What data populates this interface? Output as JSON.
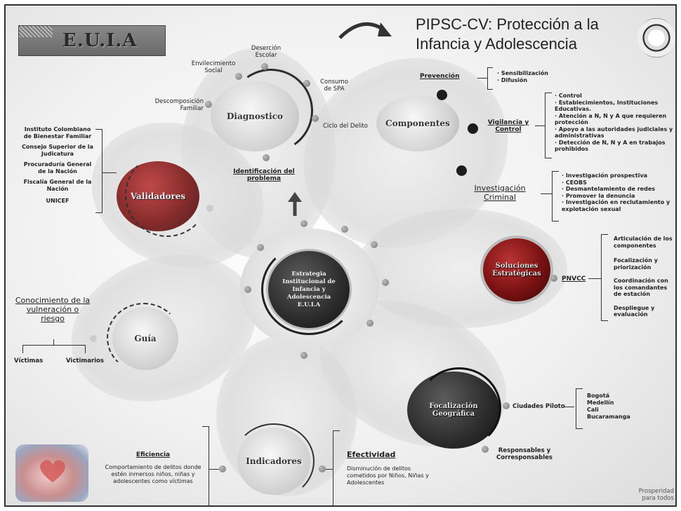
{
  "header": {
    "title_line1": "PIPSC-CV: Protección a la",
    "title_line2": "Infancia y Adolescencia",
    "logo_text": "E.U.I.A"
  },
  "center": {
    "label": "Estrategia Institucional de Infancia y Adolescencia E.U.I.A"
  },
  "diagnostico": {
    "label": "Diagnostico",
    "items": {
      "desercion": "Deserción Escolar",
      "envilecimiento": "Envilecimiento Social",
      "consumo": "Consumo de SPA",
      "descomposicion": "Descomposición Familiar",
      "ciclo": "Ciclo del Delito"
    },
    "link": "Identificación del problema"
  },
  "componentes": {
    "label": "Componentes",
    "prevencion": {
      "label": "Prevención",
      "items": [
        "Sensibilización",
        "Difusión"
      ]
    },
    "vigilancia": {
      "label": "Vigilancia y Control",
      "items": [
        "Control",
        "Establecimientos, Instituciones Educativas.",
        "Atención a N, N y A que requieren protección",
        "Apoyo a las autoridades judiciales y administrativas",
        "Detección de N, N y A en trabajos prohibidos"
      ]
    },
    "investigacion": {
      "label": "Investigación Criminal",
      "items": [
        "Investigación prospectiva",
        "CEOBS",
        "Desmantelamiento de redes",
        "Promover la denuncia",
        "Investigación en reclutamiento y explotación sexual"
      ]
    }
  },
  "validadores": {
    "label": "Validadores",
    "items": [
      "Instituto Colombiano de Bienestar Familiar",
      "Consejo Superior de la Judicatura",
      "Procuraduría General de la Nación",
      "Fiscalía General de la Nación",
      "UNICEF"
    ]
  },
  "soluciones": {
    "label": "Soluciones Estratégicas",
    "node": "PNVCC",
    "items": [
      "Articulación de los componentes",
      "Focalización y priorización",
      "Coordinación con los comandantes de estación",
      "Despliegue y evaluación"
    ]
  },
  "guia": {
    "label": "Guía",
    "conocimiento": "Conocimiento de la vulneración o riesgo",
    "victimas": "Víctimas",
    "victimarios": "Victimarios"
  },
  "focalizacion": {
    "label": "Focalización Geográfica",
    "ciudades_label": "Ciudades Piloto",
    "ciudades": [
      "Bogotá",
      "Medellín",
      "Cali",
      "Bucaramanga"
    ],
    "responsables": "Responsables y Corresponsables"
  },
  "indicadores": {
    "label": "Indicadores",
    "eficiencia": {
      "label": "Eficiencia",
      "desc": "Comportamiento de delitos donde estén inmersos niños, niñas y adolescentes como víctimas"
    },
    "efectividad": {
      "label": "Efectividad",
      "desc": "Disminución de delitos cometidos por Niños, Niñas y Adolescentes"
    }
  },
  "footer": {
    "slogan": "Prosperidad para todos"
  },
  "colors": {
    "dark_red": "#7a1212",
    "black": "#1c1c1c",
    "gray": "#cfcfcf"
  }
}
